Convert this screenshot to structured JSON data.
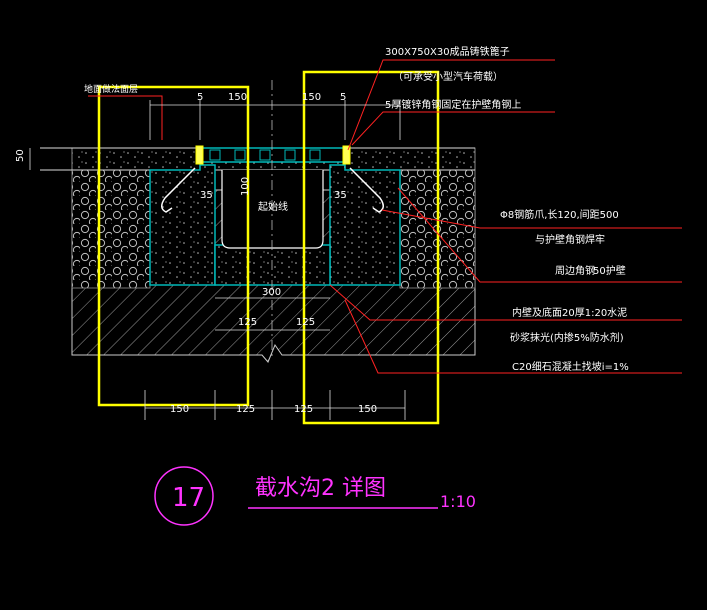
{
  "colors": {
    "background": "#000000",
    "highlight": "#ffff00",
    "leader": "#ff2222",
    "concrete": "#00b8b8",
    "title": "#ff33ff",
    "text": "#ffffff"
  },
  "annotations": {
    "cover": "300X750X30成品铸铁篦子",
    "cover_note": "（可承受小型汽车荷载）",
    "angle_steel": "5厚镀锌角钢固定在护壁角钢上",
    "surface": "地面做法面层",
    "anchor": "Φ8钢筋爪,长120,间距500",
    "anchor_weld": "与护壁角钢焊牢",
    "edge_angle": "周边角钢",
    "edge_angle_size": "50护壁",
    "lining": "内壁及底面20厚1:20水泥",
    "lining_mortar": "砂浆抹光(内掺5%防水剂)",
    "base": "C20细石混凝土找坡i=1%",
    "slope_line": "起始线"
  },
  "dimensions": {
    "top_left_5": "5",
    "top_left_150": "150",
    "top_right_150": "150",
    "top_right_5": "5",
    "left_50": "50",
    "left_35": "35",
    "right_35": "35",
    "depth_100": "100",
    "bottom_300": "300",
    "inner_125_left": "125",
    "inner_125_right": "125",
    "base_150_left": "150",
    "base_125_left": "125",
    "base_125_right": "125",
    "base_150_right": "150"
  },
  "title": {
    "number": "17",
    "name": "截水沟2 详图",
    "scale": "1:10"
  }
}
